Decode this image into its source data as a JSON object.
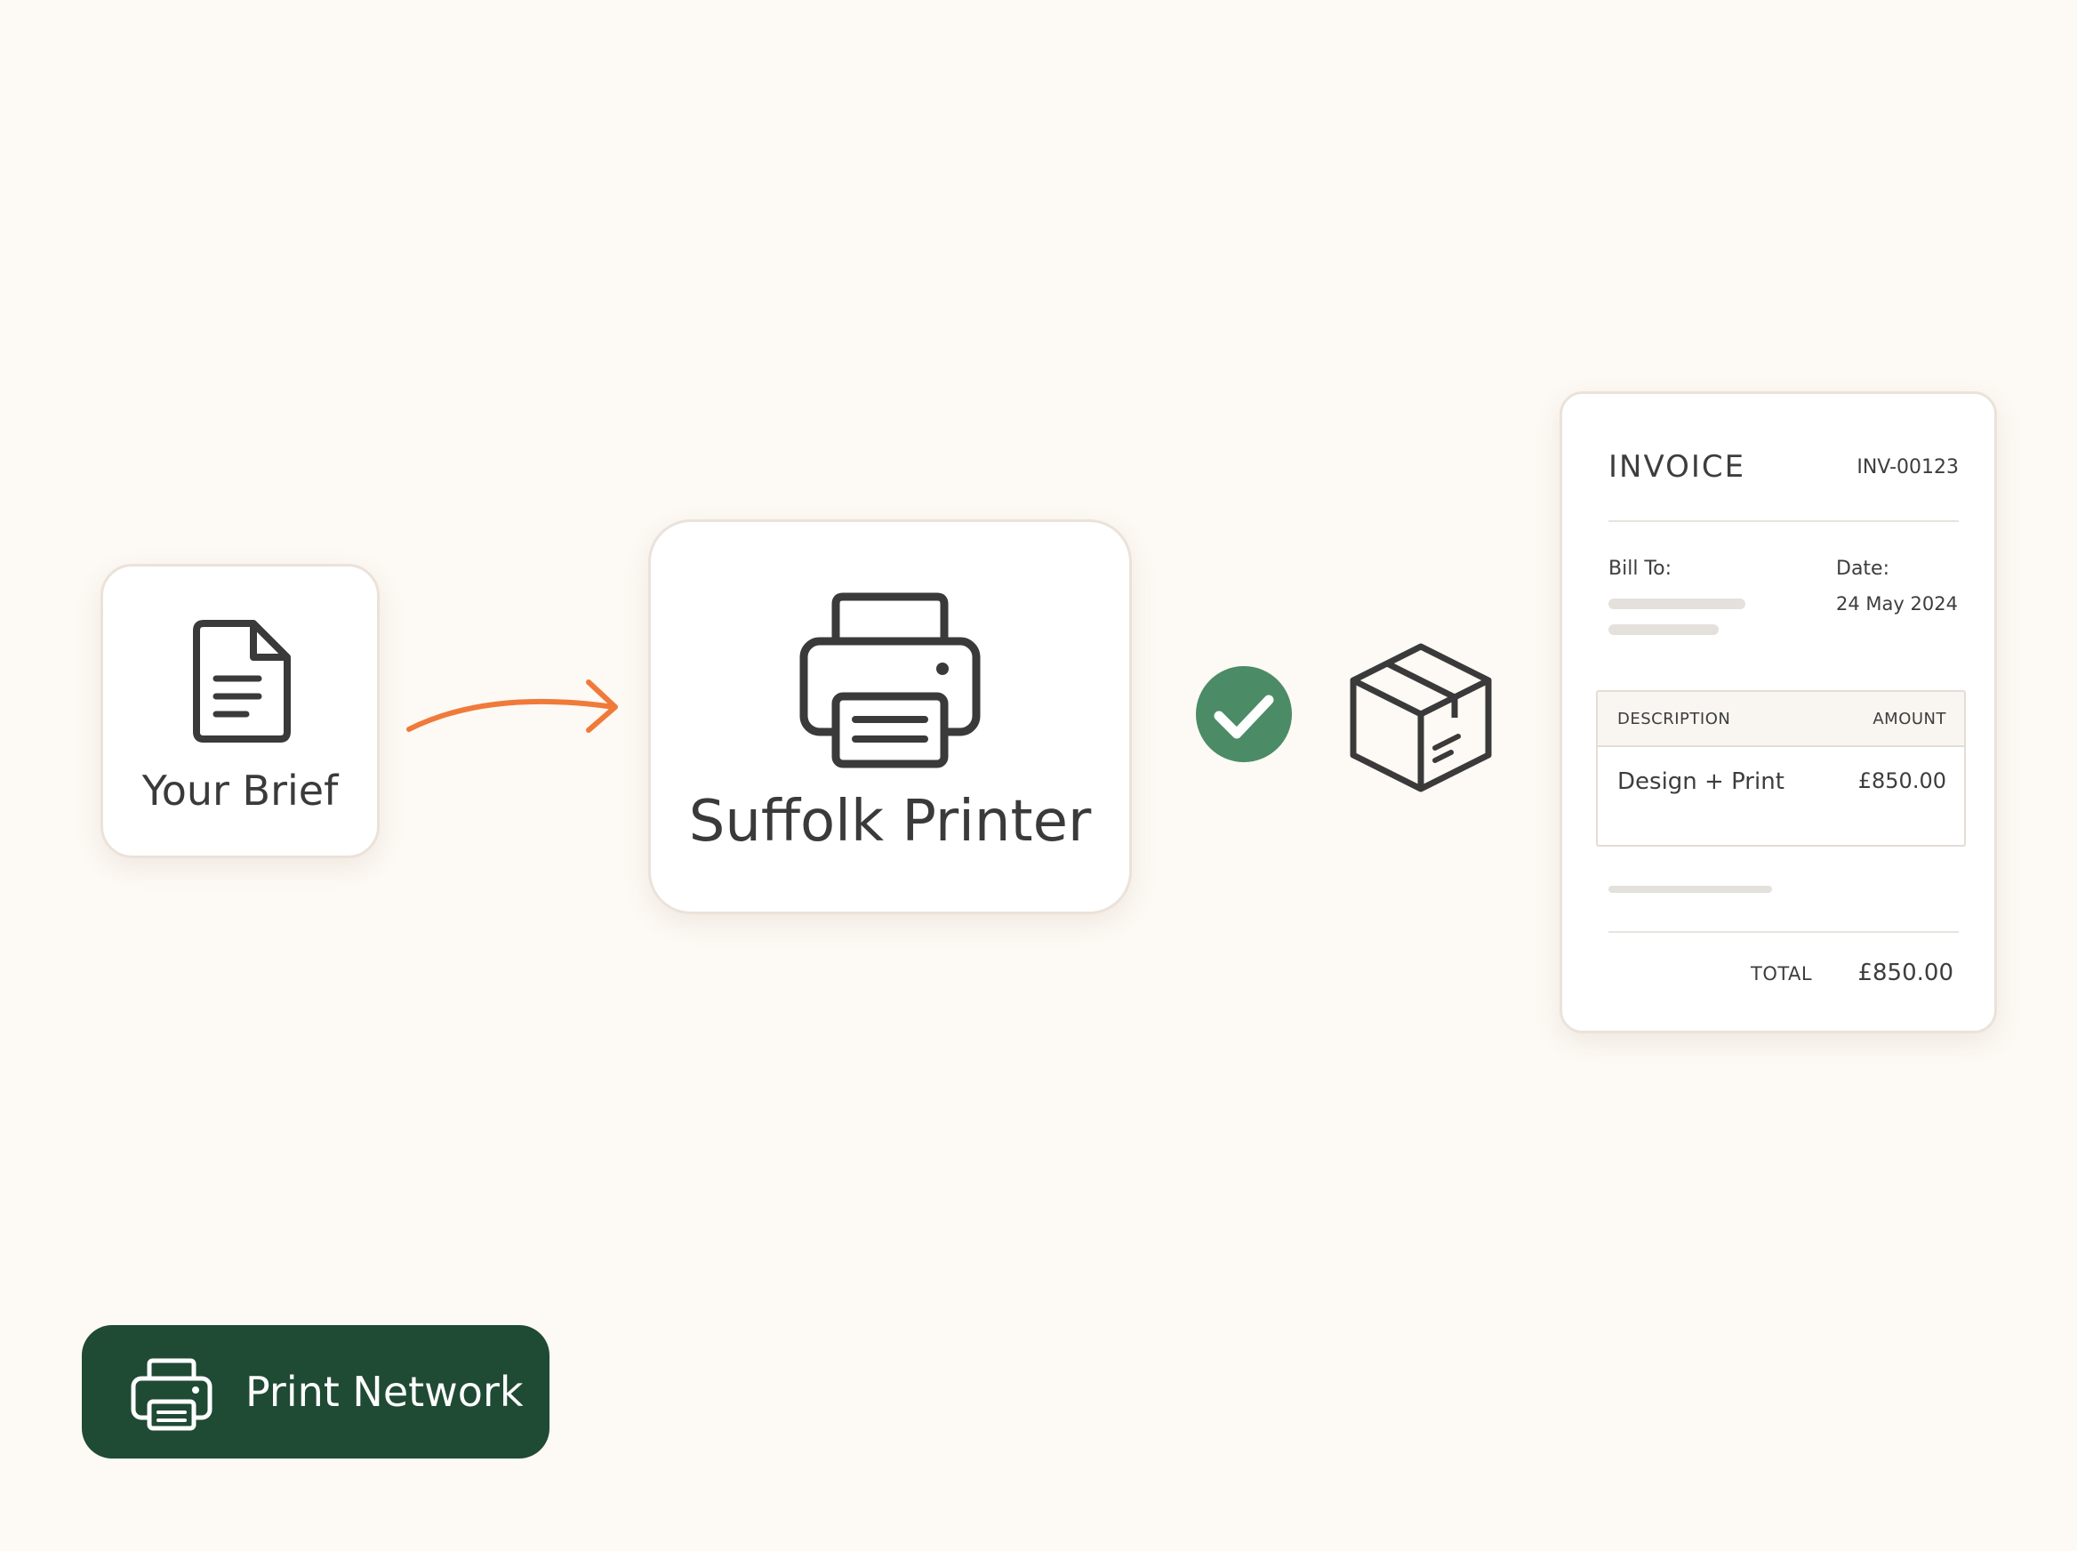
{
  "flow": {
    "brief_label": "Your Brief",
    "printer_label": "Suffolk Printer"
  },
  "invoice": {
    "title": "INVOICE",
    "number": "INV-00123",
    "bill_to_label": "Bill To:",
    "date_label": "Date:",
    "date_value": "24 May 2024",
    "columns": [
      "DESCRIPTION",
      "AMOUNT"
    ],
    "rows": [
      {
        "description": "Design + Print",
        "amount": "£850.00"
      }
    ],
    "total_label": "TOTAL",
    "total_value": "£850.00"
  },
  "badge": {
    "label": "Print Network"
  },
  "colors": {
    "background": "#fdf9f4",
    "accent_arrow": "#f07a3a",
    "check_green": "#4b8b66",
    "badge_green": "#1f4a34",
    "icon_stroke": "#3a3a3a"
  },
  "icons": [
    "document-icon",
    "arrow-icon",
    "printer-icon",
    "checkmark-icon",
    "package-box-icon",
    "badge-printer-icon"
  ]
}
